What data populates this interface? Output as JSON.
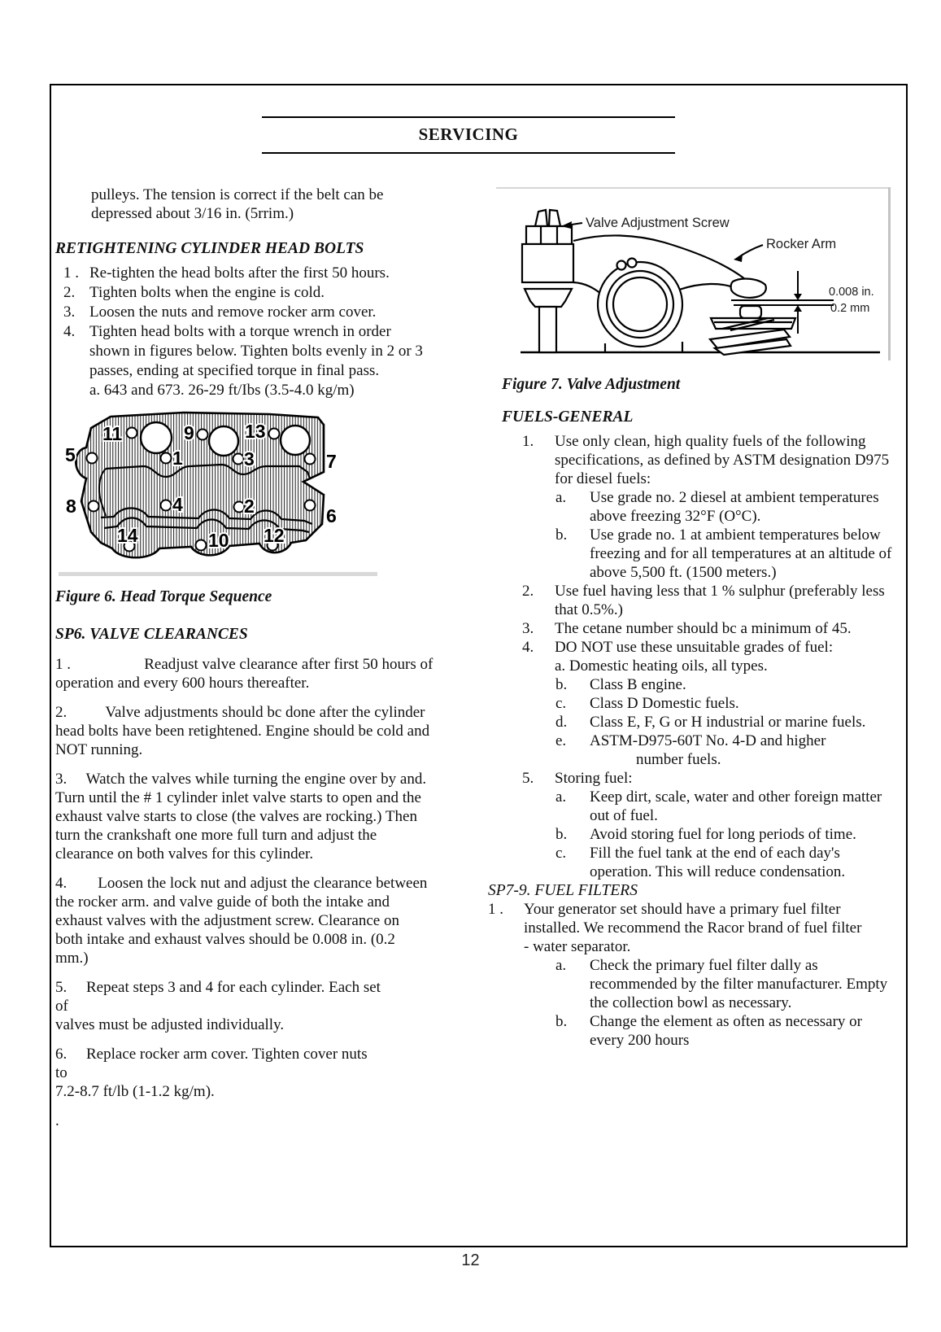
{
  "header": {
    "title": "SERVICING"
  },
  "page_number": "12",
  "left": {
    "intro": "pulleys. The tension is correct if the belt can be\ndepressed about 3/16 in. (5rrim.)",
    "retightening": {
      "heading": "RETIGHTENING CYLINDER HEAD BOLTS",
      "items": [
        {
          "n": "1 .",
          "text": "Re-tighten the head bolts after the first 50 hours."
        },
        {
          "n": "2.",
          "text": "Tighten bolts when the engine is cold."
        },
        {
          "n": "3.",
          "text": "Loosen the nuts and remove rocker arm cover."
        },
        {
          "n": "4.",
          "text": "Tighten head bolts with a torque wrench in order\nshown in figures below. Tighten bolts evenly in 2 or 3\npasses, ending at specified torque in final pass.\na. 643 and 673. 26-29 ft/Ibs (3.5-4.0 kg/m)"
        }
      ]
    },
    "figure6": {
      "caption": "Figure 6. Head Torque Sequence",
      "sequence_labels": [
        "1",
        "2",
        "3",
        "4",
        "5",
        "6",
        "7",
        "8",
        "9",
        "10",
        "11",
        "12",
        "13",
        "14"
      ]
    },
    "valve_clearances": {
      "heading": "SP6. VALVE CLEARANCES",
      "paragraphs": [
        "1 .                   Readjust valve clearance after first 50 hours of\noperation and every 600 hours thereafter.",
        "2.          Valve adjustments should bc done after the cylinder\nhead bolts have been retightened. Engine should be cold and\nNOT running.",
        "3.     Watch the valves while turning the engine over by and.\nTurn until the # 1 cylinder inlet valve starts to open and the\nexhaust valve starts to close (the valves are rocking.) Then\nturn the crankshaft one more full turn and adjust the\nclearance on both valves for this cylinder.",
        "4.        Loosen the lock nut and adjust the clearance between\nthe rocker arm. and valve guide of both the intake and\nexhaust valves with the adjustment screw. Clearance on\nboth intake and exhaust valves should be 0.008 in. (0.2\nmm.)",
        "5.     Repeat steps 3 and 4 for each cylinder. Each set                 of\nvalves must be adjusted individually.",
        "6.     Replace rocker arm cover. Tighten cover nuts                          to\n7.2-8.7 ft/lb (1-1.2 kg/m).",
        "."
      ]
    }
  },
  "right": {
    "figure7": {
      "caption": "Figure 7. Valve Adjustment",
      "labels": {
        "screw": "Valve Adjustment Screw",
        "rocker": "Rocker Arm",
        "gap_in": "0.008 in.",
        "gap_mm": "0.2 mm"
      }
    },
    "fuels": {
      "heading": "FUELS-GENERAL",
      "items": [
        {
          "n": "1.",
          "text": "Use only clean, high quality fuels of the following\nspecifications, as defined by ASTM designation D975\nfor diesel fuels:",
          "subs": [
            {
              "n": "a.",
              "text": "Use grade no. 2 diesel at ambient temperatures\nabove freezing 32°F (O°C)."
            },
            {
              "n": "b.",
              "text": "Use grade no. 1 at ambient temperatures below\nfreezing and for all temperatures at an altitude of\nabove 5,500 ft. (1500 meters.)"
            }
          ]
        },
        {
          "n": "2.",
          "text": "Use fuel having less that 1 % sulphur (preferably less\nthat 0.5%.)"
        },
        {
          "n": "3.",
          "text": "The cetane number should bc a minimum of 45."
        },
        {
          "n": "4.",
          "text": "DO NOT use these unsuitable grades of fuel:\na. Domestic heating oils, all types.",
          "subs": [
            {
              "n": "b.",
              "text": "Class B engine."
            },
            {
              "n": "c.",
              "text": "Class D Domestic fuels."
            },
            {
              "n": "d.",
              "text": "Class E, F, G or H industrial or marine fuels."
            },
            {
              "n": "e.",
              "text": "ASTM-D975-60T No. 4-D and higher\n            number fuels."
            }
          ]
        },
        {
          "n": "5.",
          "text": "Storing fuel:",
          "subs": [
            {
              "n": "a.",
              "text": "Keep dirt, scale, water and other foreign matter\nout of fuel."
            },
            {
              "n": "b.",
              "text": "Avoid storing fuel for long periods of time."
            },
            {
              "n": "c.",
              "text": "Fill the fuel tank at the end of each day's\noperation. This will reduce condensation."
            }
          ]
        }
      ]
    },
    "fuel_filters": {
      "heading": "SP7-9. FUEL FILTERS",
      "item": {
        "n": "1 .",
        "text": "Your generator set should have a primary fuel filter\ninstalled. We recommend the Racor brand of fuel filter\n- water separator."
      },
      "subs": [
        {
          "n": "a.",
          "text": "Check the primary fuel filter dally as\nrecommended by the filter manufacturer. Empty\nthe collection bowl as necessary."
        },
        {
          "n": "b.",
          "text": "Change the element as often as necessary or\nevery 200 hours"
        }
      ]
    }
  }
}
